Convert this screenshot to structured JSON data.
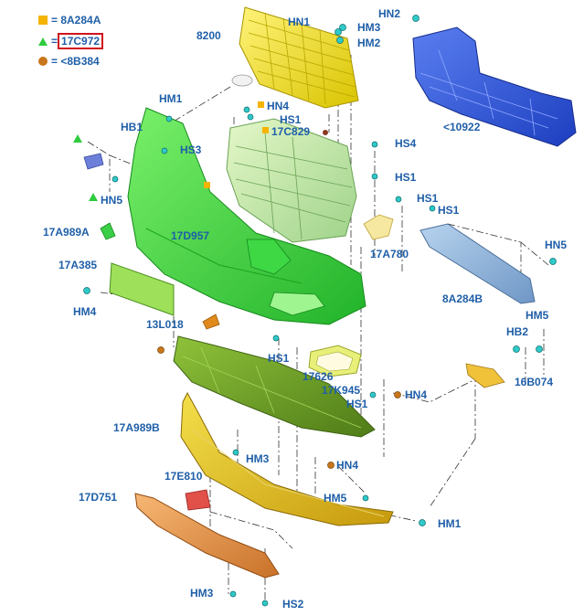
{
  "colors": {
    "label": "#1f5fa8",
    "legend_square": "#f4b400",
    "legend_triangle": "#2ecc40",
    "legend_circle": "#c8761a",
    "highlight_box": "#d0141e"
  },
  "legend": [
    {
      "symbol": "square-icon",
      "text": "= 8A284A"
    },
    {
      "symbol": "triangle-icon",
      "text": "= ",
      "boxed": "17C972"
    },
    {
      "symbol": "circle-icon",
      "text": "= <8B384"
    }
  ],
  "labels": {
    "l8200": "8200",
    "hn1": "HN1",
    "hm3_top": "HM3",
    "hm2": "HM2",
    "hn2": "HN2",
    "l10922": "<10922",
    "hm1_top": "HM1",
    "hn4_top": "HN4",
    "hs1_a": "HS1",
    "l17c829": "17C829",
    "hb1": "HB1",
    "hs3": "HS3",
    "hs4": "HS4",
    "hs1_b": "HS1",
    "hn5_left": "HN5",
    "hs1_c": "HS1",
    "hs1_d": "HS1",
    "l17a989a": "17A989A",
    "l17d957": "17D957",
    "l17a780": "17A780",
    "hn5_right": "HN5",
    "l17a385": "17A385",
    "l8a284b": "8A284B",
    "hm4": "HM4",
    "l13l018": "13L018",
    "hm5_top": "HM5",
    "hb2": "HB2",
    "hs1_e": "HS1",
    "l17626": "17626",
    "l16b074": "16B074",
    "l17k945": "17K945",
    "hn4_mid": "HN4",
    "hs1_f": "HS1",
    "l17a989b": "17A989B",
    "hm3_mid": "HM3",
    "hn4_low": "HN4",
    "l17e810": "17E810",
    "l17d751": "17D751",
    "hm5_low": "HM5",
    "hm1_low": "HM1",
    "hm3_low": "HM3",
    "hs2": "HS2"
  }
}
